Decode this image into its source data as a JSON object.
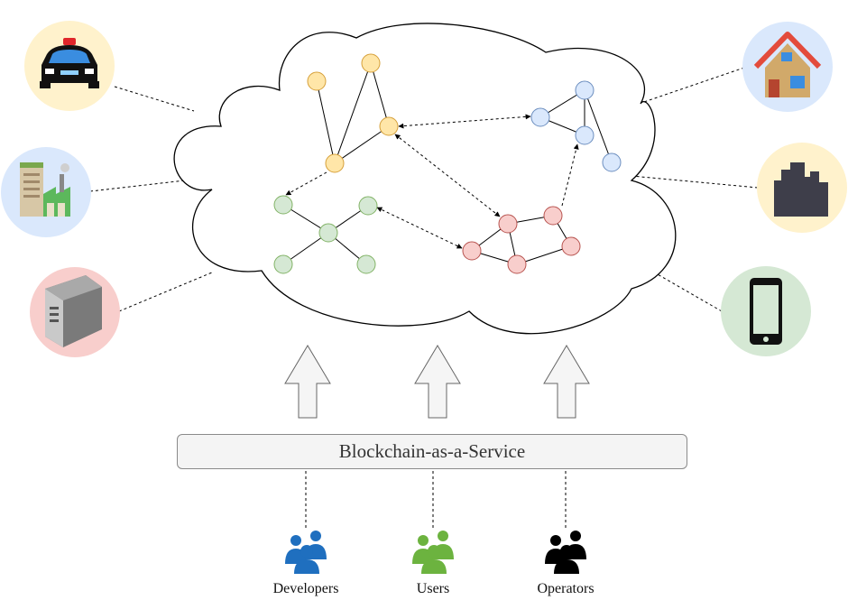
{
  "service": {
    "label": "Blockchain-as-a-Service"
  },
  "stakeholders": [
    {
      "label": "Developers",
      "color": "#1f6fbf"
    },
    {
      "label": "Users",
      "color": "#6cb33f"
    },
    {
      "label": "Operators",
      "color": "#000000"
    }
  ],
  "devices": [
    {
      "icon": "police-car-icon",
      "bg": "#fff2cc"
    },
    {
      "icon": "factory-icon",
      "bg": "#dae8fc"
    },
    {
      "icon": "server-icon",
      "bg": "#f8cecc"
    },
    {
      "icon": "house-icon",
      "bg": "#dae8fc"
    },
    {
      "icon": "city-icon",
      "bg": "#fff2cc"
    },
    {
      "icon": "smartphone-icon",
      "bg": "#d5e8d4"
    }
  ],
  "clusters": [
    {
      "name": "yellow",
      "fill": "#ffe6a8",
      "stroke": "#d6a03a"
    },
    {
      "name": "blue",
      "fill": "#dae8fc",
      "stroke": "#6c8ebf"
    },
    {
      "name": "green",
      "fill": "#d5e8d4",
      "stroke": "#82b366"
    },
    {
      "name": "red",
      "fill": "#f8cecc",
      "stroke": "#b85450"
    }
  ]
}
